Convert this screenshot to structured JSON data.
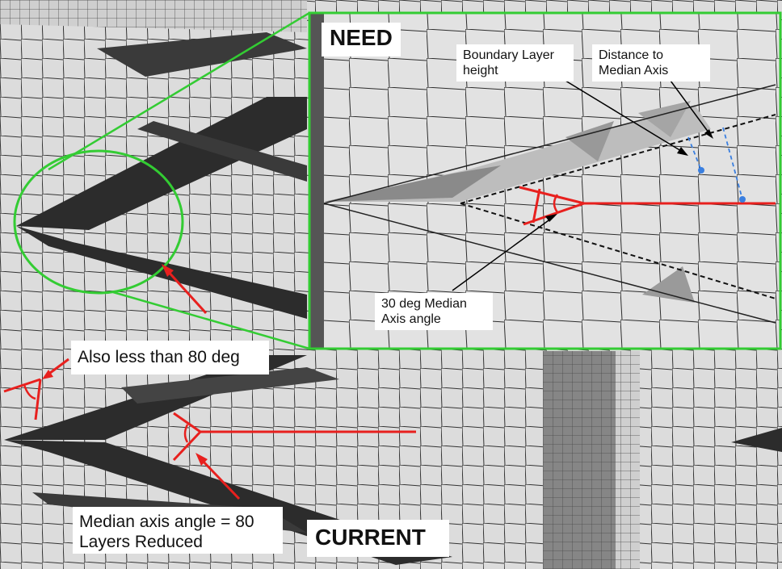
{
  "labels": {
    "need": "NEED",
    "current": "CURRENT",
    "boundary_layer": "Boundary Layer\nheight",
    "distance_median": "Distance to\nMedian Axis",
    "median_30": "30 deg Median\nAxis angle",
    "also_less": "Also less than 80 deg",
    "median_80_line1": "Median axis angle = 80",
    "median_80_line2": "Layers Reduced"
  },
  "colors": {
    "highlight": "#33cc33",
    "annotation": "#e8201e",
    "measure": "#3a7fe0",
    "mesh_fill": "#dcdcdc",
    "mesh_line": "#303030",
    "dark_layers": "#2a2a2a"
  }
}
